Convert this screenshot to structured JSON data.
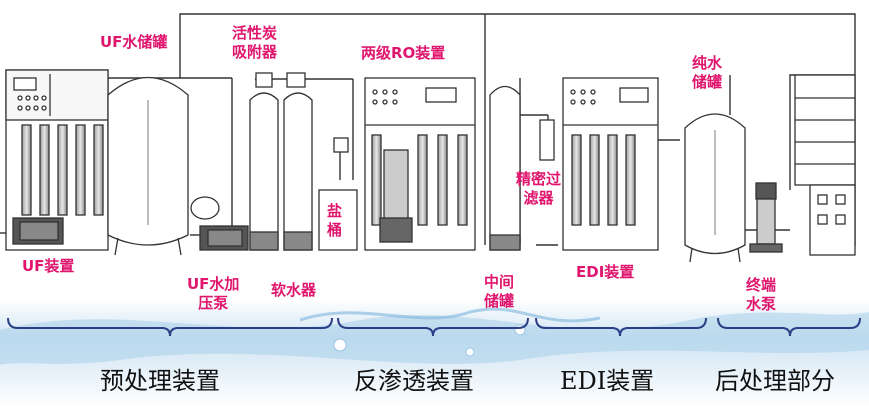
{
  "colors": {
    "label": "#e0166e",
    "line": "#333333",
    "equipment_fill": "#ffffff",
    "water_band": "#b9d8ee",
    "bracket": "#2a3f86"
  },
  "labels": {
    "uf_tank": "UF水储罐",
    "carbon": "活性炭\n吸附器",
    "ro": "两级RO装置",
    "pure_tank": "纯水\n储罐",
    "salt": "盐\n桶",
    "precision_filter": "精密过\n滤器",
    "uf_device": "UF装置",
    "uf_pump": "UF水加\n压泵",
    "softener": "软水器",
    "mid_tank": "中间\n储罐",
    "edi_device": "EDI装置",
    "terminal_pump": "终端\n水泵"
  },
  "sections": {
    "pretreatment": "预处理装置",
    "reverse_osmosis": "反渗透装置",
    "edi": "EDI装置",
    "post_treatment": "后处理部分"
  },
  "icons": [
    "pressure-gauge-icon",
    "control-panel-icon",
    "pump-icon",
    "valve-icon"
  ]
}
